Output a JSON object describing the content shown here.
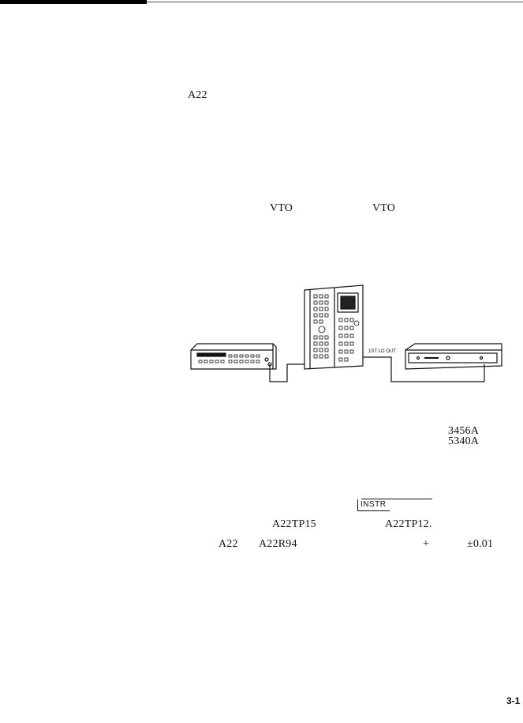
{
  "page": {
    "page_number": "3-1",
    "text": {
      "a22_top": "A22",
      "vto_left": "VTO",
      "vto_right": "VTO",
      "model_3456a": "3456A",
      "model_5340a": "5340A",
      "instr_key": "INSTR",
      "tp15": "A22TP15",
      "tp12": "A22TP12.",
      "a22_bottom": "A22",
      "r94": "A22R94",
      "plus": "+",
      "tolerance": "±0.01"
    }
  },
  "figure": {
    "lo_out_label": "1ST LO OUT"
  }
}
